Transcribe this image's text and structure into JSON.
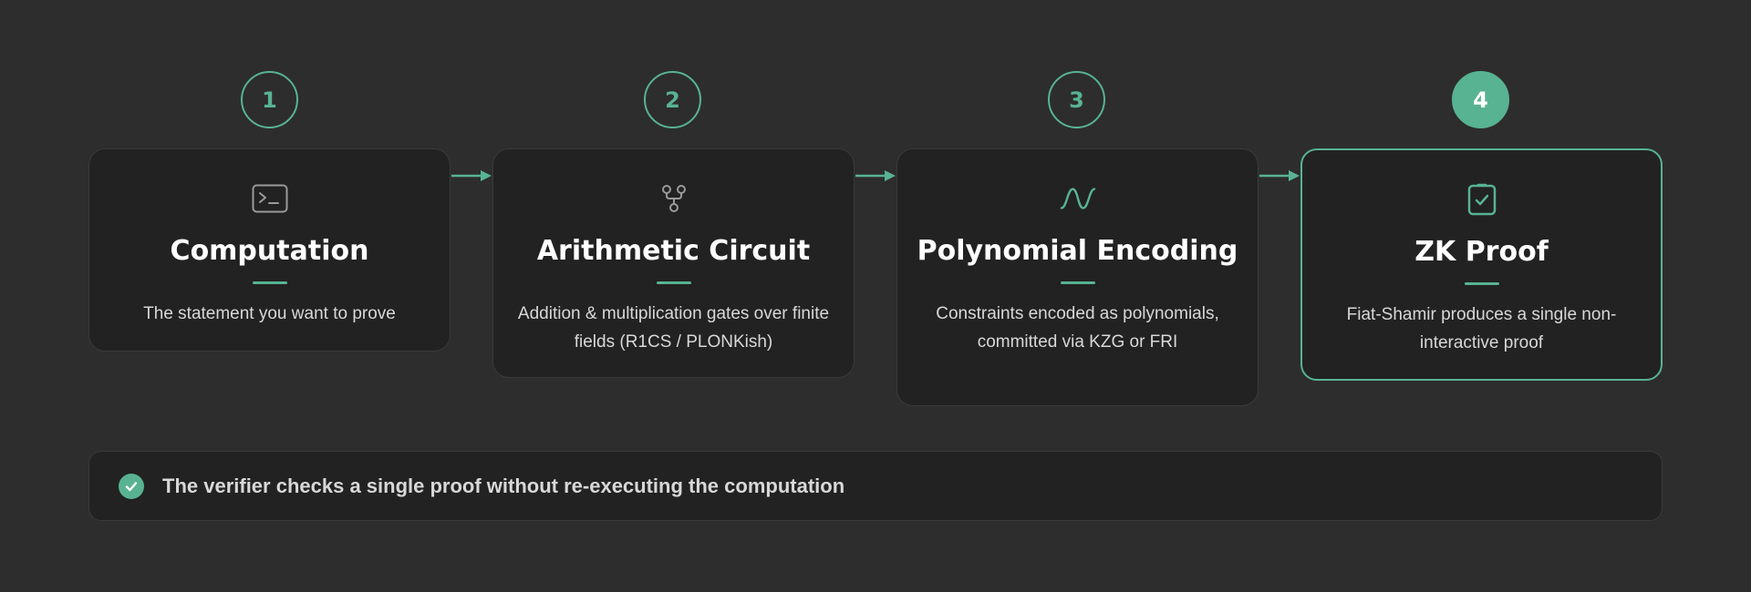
{
  "colors": {
    "background": "#2d2d2d",
    "card": "#222222",
    "accent": "#58b392",
    "title": "#ffffff",
    "text": "#d8d8d8"
  },
  "steps": [
    {
      "number": "1",
      "icon": "terminal-icon",
      "title": "Computation",
      "description": "The statement you want to prove",
      "active": false
    },
    {
      "number": "2",
      "icon": "branch-icon",
      "title": "Arithmetic Circuit",
      "description": "Addition & multiplication gates over finite fields (R1CS / PLONKish)",
      "active": false
    },
    {
      "number": "3",
      "icon": "wave-icon",
      "title": "Polynomial Encoding",
      "description": "Constraints encoded as polynomials, committed via KZG or FRI",
      "active": false
    },
    {
      "number": "4",
      "icon": "clipboard-check-icon",
      "title": "ZK Proof",
      "description": "Fiat-Shamir produces a single non-interactive proof",
      "active": true
    }
  ],
  "summary": {
    "icon": "check-circle-icon",
    "text": "The verifier checks a single proof without re-executing the computation"
  }
}
